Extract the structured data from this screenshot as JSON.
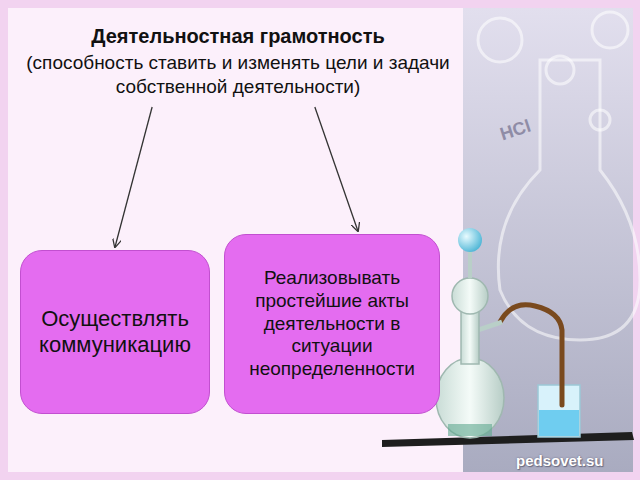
{
  "diagram": {
    "nodes": [
      {
        "text": [
          "Деятельностная грамотность",
          "(способность ставить и изменять цели и задачи собственной деятельности)"
        ]
      },
      {
        "text": [
          "Осуществлять коммуникацию"
        ]
      },
      {
        "text": [
          "Реализовывать простейшие акты деятельности в ситуации неопределенности"
        ]
      }
    ],
    "edges": [
      {
        "from": 0,
        "to": 1,
        "arrow": "to"
      },
      {
        "from": 0,
        "to": 2,
        "arrow": "to"
      }
    ],
    "labels": [
      "HCl",
      "pedsovet.su"
    ]
  }
}
